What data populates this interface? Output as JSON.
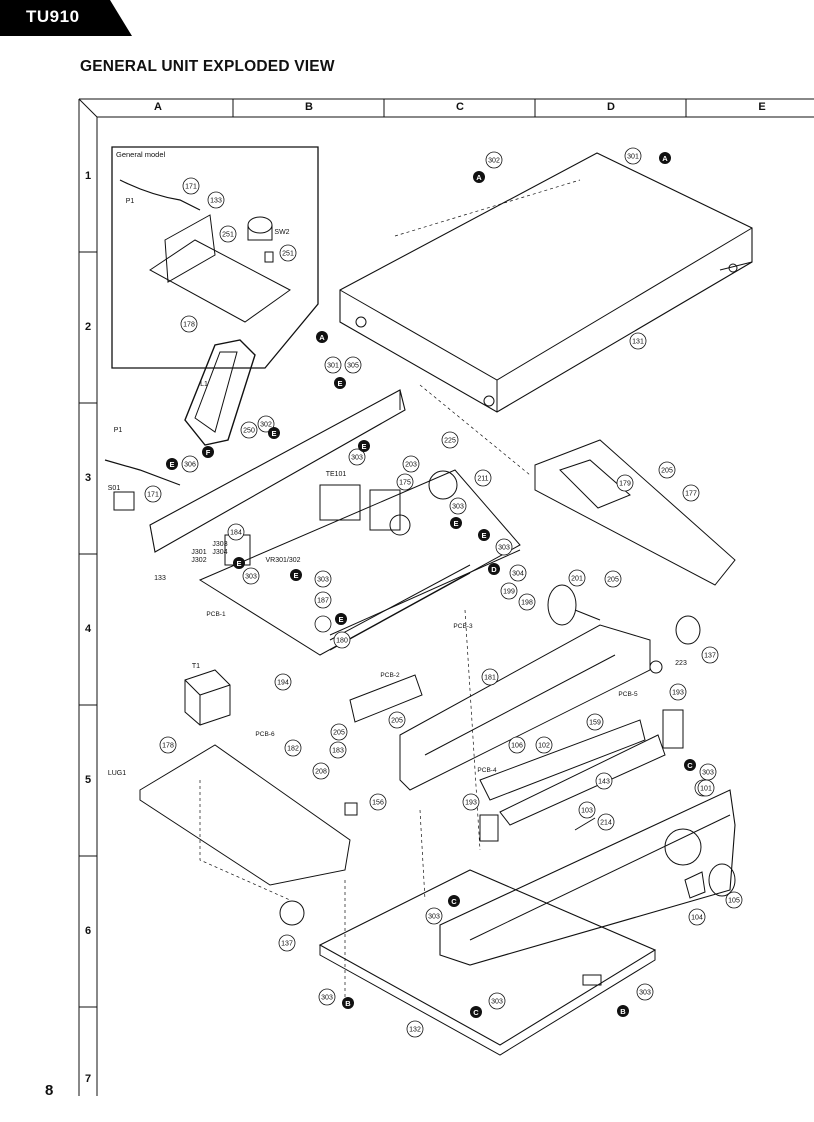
{
  "header": {
    "model_tab": "TU910",
    "title": "GENERAL UNIT EXPLODED VIEW",
    "page_number": "8"
  },
  "grid": {
    "columns": [
      "A",
      "B",
      "C",
      "D",
      "E"
    ],
    "rows": [
      "1",
      "2",
      "3",
      "4",
      "5",
      "6",
      "7"
    ]
  },
  "inset": {
    "title": "General model",
    "labels": [
      "P1",
      "171",
      "133",
      "251",
      "SW2",
      "251",
      "178"
    ]
  },
  "part_labels": [
    "302",
    "301",
    "131",
    "301",
    "305",
    "L1",
    "P1",
    "250",
    "302",
    "306",
    "171",
    "S01",
    "133",
    "TE101",
    "303",
    "203",
    "225",
    "211",
    "175",
    "303",
    "303",
    "184",
    "J303",
    "J304",
    "J301",
    "J302",
    "VR301/302",
    "303",
    "187",
    "303",
    "180",
    "PCB-1",
    "179",
    "205",
    "177",
    "199",
    "304",
    "198",
    "201",
    "205",
    "137",
    "PCB-3",
    "181",
    "223",
    "PCB-2",
    "PCB-5",
    "T1",
    "194",
    "193",
    "PCB-6",
    "182",
    "205",
    "183",
    "205",
    "208",
    "159",
    "106",
    "102",
    "143",
    "PCB-4",
    "156",
    "178",
    "LUG1",
    "193",
    "303",
    "101",
    "103",
    "214",
    "105",
    "104",
    "137",
    "303",
    "303",
    "303",
    "303",
    "132"
  ],
  "markers": [
    "A",
    "B",
    "C",
    "D",
    "E",
    "F"
  ]
}
